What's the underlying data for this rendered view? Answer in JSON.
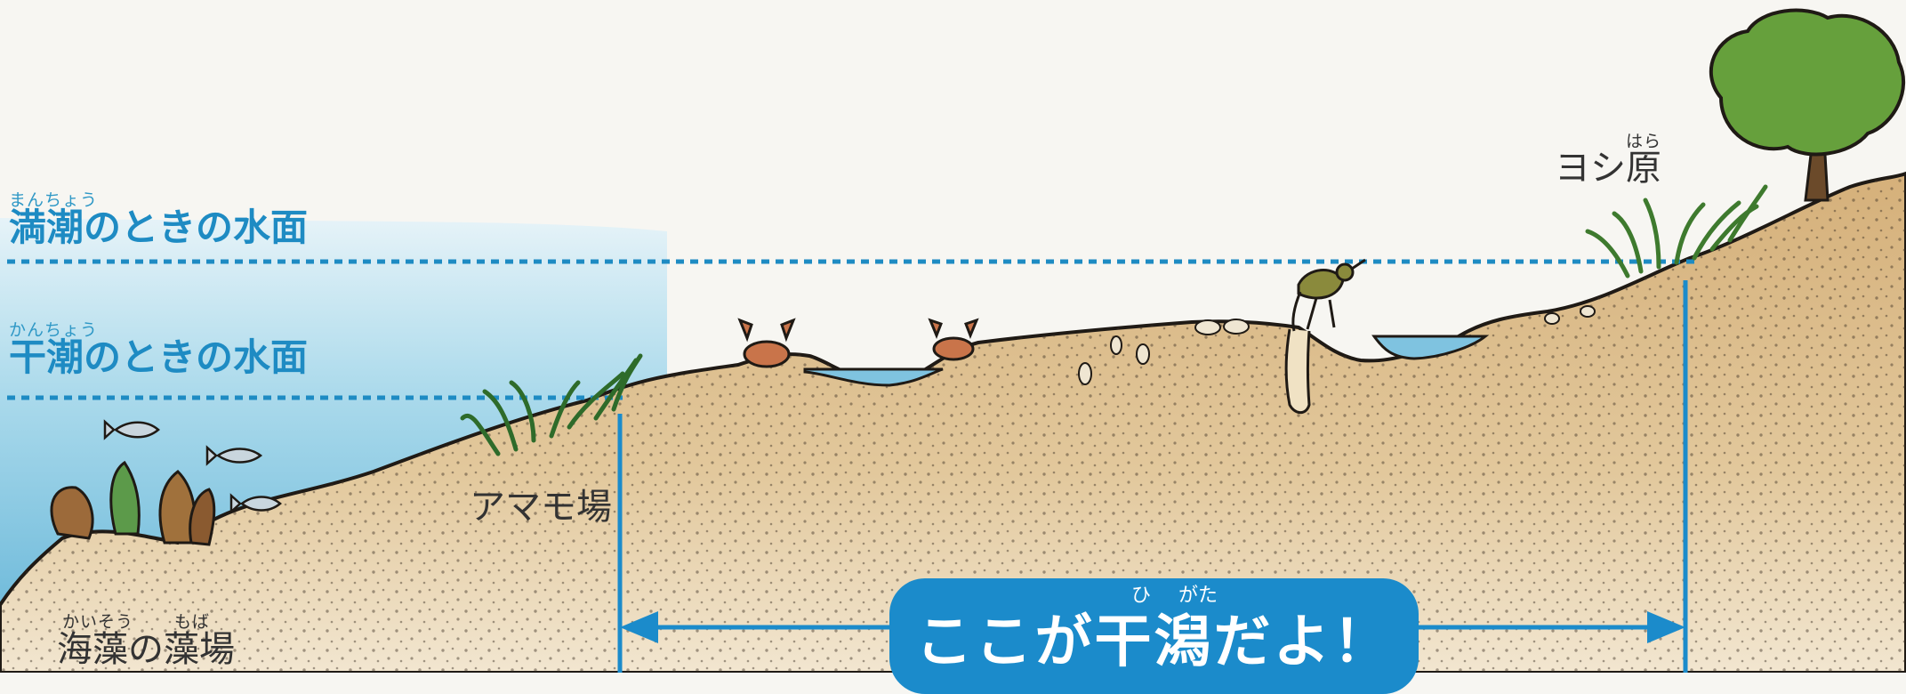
{
  "water_levels": {
    "high_tide": {
      "ruby": "まんちょう",
      "label": "満潮のときの水面"
    },
    "low_tide": {
      "ruby": "かんちょう",
      "label": "干潮のときの水面"
    }
  },
  "zones": {
    "reed_bed": {
      "ruby": "はら",
      "label": "ヨシ原"
    },
    "eelgrass": {
      "label": "アマモ場"
    },
    "seaweed_bed": {
      "ruby_1": "かいそう",
      "ruby_2": "もば",
      "label": "海藻の藻場"
    }
  },
  "tidal_flat_callout": {
    "label": "ここが干潟だよ！",
    "ruby_1": "ひ",
    "ruby_2": "がた"
  },
  "colors": {
    "water_line": "#1e8bc3",
    "water": "#9fd3e6",
    "sand": "#d9b887",
    "callout": "#1b8bcb"
  }
}
